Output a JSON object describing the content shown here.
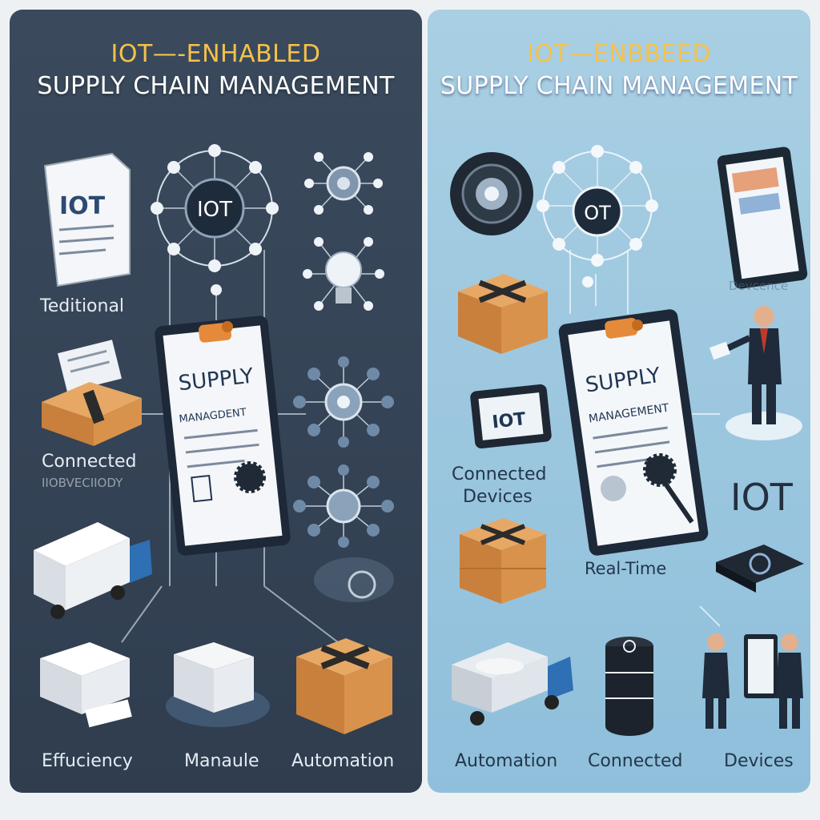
{
  "left_panel": {
    "title_line1": "IOT—-ENHABLED",
    "title_line2": "SUPPLY CHAIN MANAGEMENT",
    "doc_icon_text": "IOT",
    "hub_text": "IOT",
    "clipboard_line1": "SUPPLY",
    "clipboard_line2": "MANAGDENT",
    "label_traditional": "Teditional",
    "label_connected": "Connected",
    "label_connected_sub": "IIOBVECIIODY",
    "label_efficiency": "Effuciency",
    "label_manual": "Manaule",
    "label_automation": "Automation"
  },
  "right_panel": {
    "title_line1": "IOT—ENBBEED",
    "title_line2": "SUPPLY CHAIN MANAGEMENT",
    "hub_text": "OT",
    "badge_text": "IOT",
    "clipboard_line1": "SUPPLY",
    "clipboard_line2": "MANAGEMENT",
    "label_devices_top": "Devcence",
    "label_connected_devices_1": "Connected",
    "label_connected_devices_2": "Devices",
    "label_iot": "IOT",
    "label_realtime": "Real-Time",
    "label_automation": "Automation",
    "label_connected": "Connected",
    "label_devices": "Devices"
  },
  "colors": {
    "left_bg": "#34445a",
    "right_bg": "#9cc8e0",
    "accent_orange": "#e58a3a",
    "box_brown": "#c8873e",
    "title_gold": "#f6c14a"
  }
}
